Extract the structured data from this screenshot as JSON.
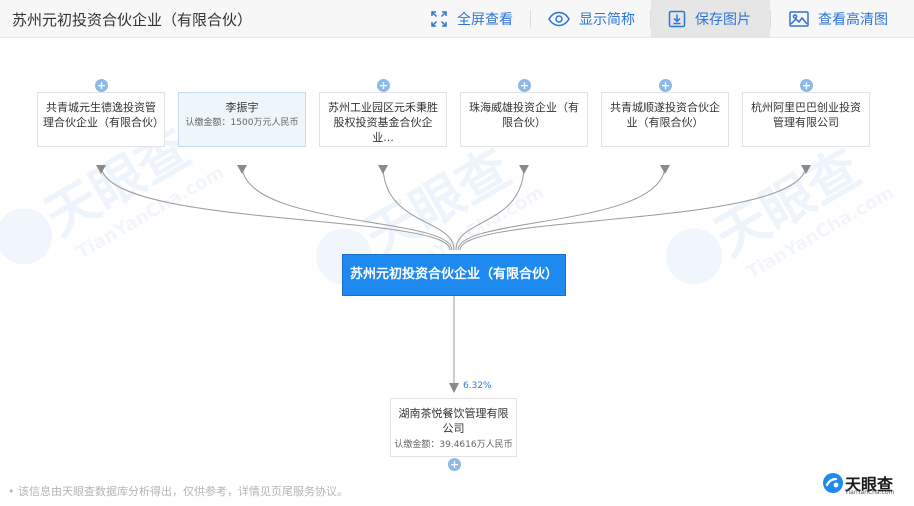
{
  "header": {
    "title": "苏州元初投资合伙企业（有限合伙）",
    "actions": {
      "fullscreen": "全屏查看",
      "short_name": "显示简称",
      "save_image": "保存图片",
      "hd_view": "查看高清图"
    }
  },
  "shareholders": [
    {
      "name": "共青城元生德逸投资管理合伙企业（有限合伙）",
      "type": "company"
    },
    {
      "name": "李振宇",
      "type": "person",
      "subscribed": "认缴金额：1500万元人民币"
    },
    {
      "name": "苏州工业园区元禾秉胜股权投资基金合伙企业...",
      "type": "company"
    },
    {
      "name": "珠海威雄投资企业（有限合伙）",
      "type": "company"
    },
    {
      "name": "共青城顺遂投资合伙企业（有限合伙）",
      "type": "company"
    },
    {
      "name": "杭州阿里巴巴创业投资管理有限公司",
      "type": "company"
    }
  ],
  "center": {
    "name": "苏州元初投资合伙企业（有限合伙）"
  },
  "investment": {
    "percent": "6.32%",
    "name": "湖南茶悦餐饮管理有限公司",
    "subscribed": "认缴金额：39.4616万人民币"
  },
  "footer": {
    "note": "• 该信息由天眼查数据库分析得出，仅供参考，详情见页尾服务协议。",
    "logo_text": "天眼查",
    "logo_url": "TianYanCha.com"
  },
  "watermark": {
    "text": "天眼查",
    "url": "TianYanCha.com"
  },
  "icons": {
    "fullscreen": "expand-arrows-icon",
    "short_name": "eye-icon",
    "save_image": "download-icon",
    "hd_view": "image-icon",
    "expand": "plus-circle-icon"
  },
  "colors": {
    "accent": "#2f75d6",
    "center_fill": "#1e8af0",
    "edge": "#999999",
    "plus": "#8fb8ea",
    "person_fill": "#eef5fb"
  }
}
